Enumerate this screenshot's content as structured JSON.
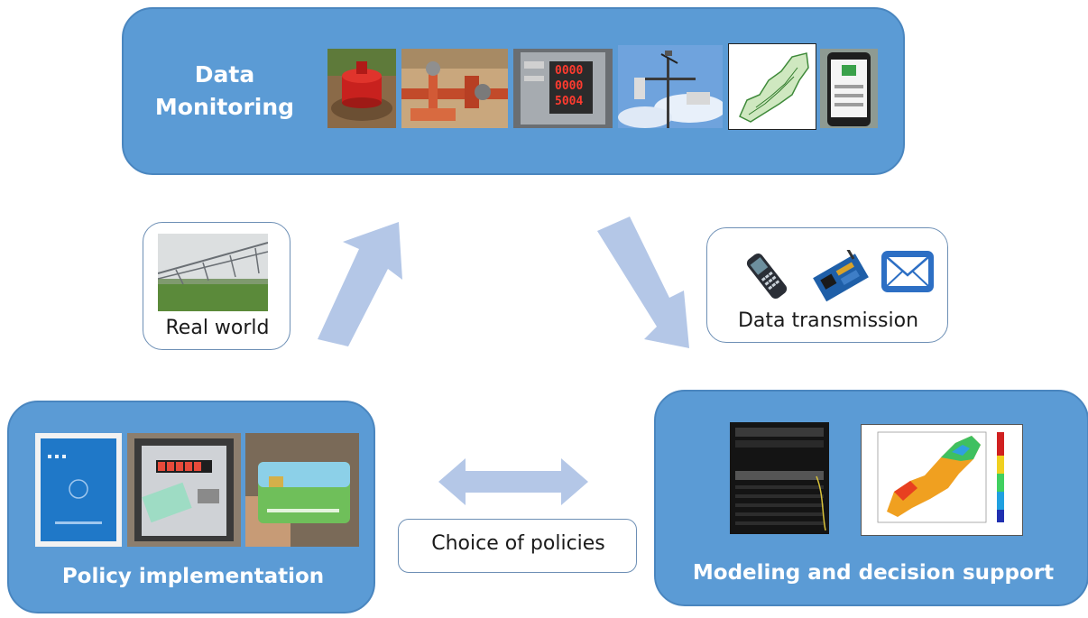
{
  "panels": {
    "data_monitoring": "Data\nMonitoring",
    "policy_implementation": "Policy implementation",
    "modeling": "Modeling and decision support"
  },
  "boxes": {
    "real_world": "Real world",
    "data_transmission": "Data transmission",
    "choice_of_policies": "Choice of policies"
  },
  "meter_display": [
    "0000",
    "0000",
    "5004"
  ],
  "colors": {
    "panel_fill": "#5b9bd5",
    "arrow_fill": "#b4c7e7",
    "box_border": "#6d8fb5"
  }
}
